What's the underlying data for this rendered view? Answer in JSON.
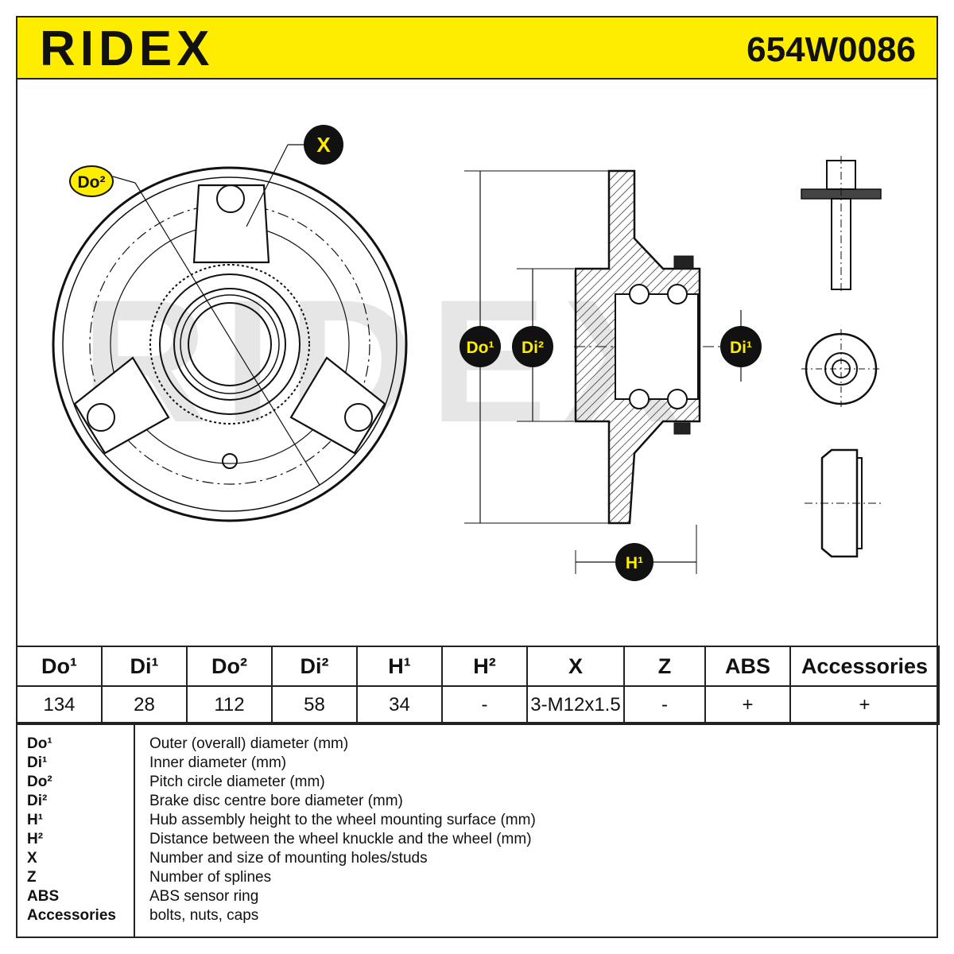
{
  "header": {
    "brand": "RIDEX",
    "part_number": "654W0086",
    "accent_color": "#ffed00"
  },
  "drawing": {
    "watermark": "RIDEX",
    "callouts": {
      "do2": "Do²",
      "x": "X",
      "do1": "Do¹",
      "di2": "Di²",
      "di1": "Di¹",
      "h1": "H¹"
    }
  },
  "spec_table": {
    "headers": [
      "Do¹",
      "Di¹",
      "Do²",
      "Di²",
      "H¹",
      "H²",
      "X",
      "Z",
      "ABS",
      "Accessories"
    ],
    "values": [
      "134",
      "28",
      "112",
      "58",
      "34",
      "-",
      "3-M12x1.5",
      "-",
      "+",
      "+"
    ]
  },
  "legend": [
    {
      "key": "Do¹",
      "desc": "Outer (overall) diameter (mm)"
    },
    {
      "key": "Di¹",
      "desc": "Inner diameter (mm)"
    },
    {
      "key": "Do²",
      "desc": "Pitch circle diameter (mm)"
    },
    {
      "key": "Di²",
      "desc": "Brake disc centre bore diameter (mm)"
    },
    {
      "key": "H¹",
      "desc": "Hub assembly height to the wheel mounting surface (mm)"
    },
    {
      "key": "H²",
      "desc": "Distance between the wheel knuckle and the wheel (mm)"
    },
    {
      "key": "X",
      "desc": "Number and size of mounting holes/studs"
    },
    {
      "key": "Z",
      "desc": "Number of splines"
    },
    {
      "key": "ABS",
      "desc": "ABS sensor ring"
    },
    {
      "key": "Accessories",
      "desc": "bolts, nuts, caps"
    }
  ]
}
